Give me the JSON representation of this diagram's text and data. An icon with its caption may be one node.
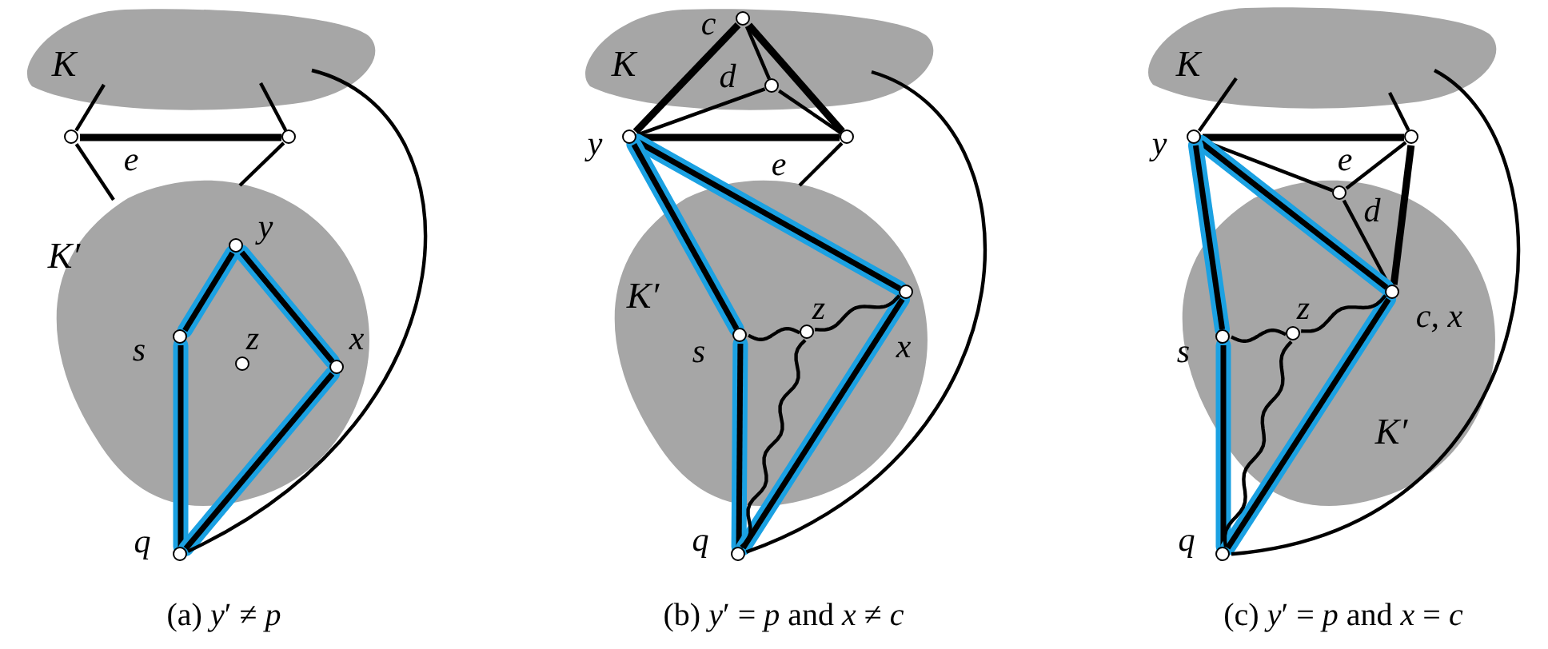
{
  "diagram": {
    "nodes": [
      {
        "text": [
          "K"
        ]
      },
      {
        "text": [],
        "shape": "circle"
      },
      {
        "text": [],
        "shape": "circle"
      },
      {
        "text": [
          "K′"
        ]
      },
      {
        "text": [],
        "shape": "circle",
        "in": 3,
        "beside": [
          "y"
        ]
      },
      {
        "text": [],
        "shape": "circle",
        "in": 3,
        "beside": [
          "s"
        ]
      },
      {
        "text": [],
        "shape": "circle",
        "in": 3,
        "beside": [
          "z"
        ]
      },
      {
        "text": [],
        "shape": "circle",
        "in": 3,
        "beside": [
          "x"
        ]
      },
      {
        "text": [],
        "shape": "circle",
        "beside": [
          "q"
        ]
      },
      {
        "text": [
          "K"
        ]
      },
      {
        "text": [],
        "shape": "circle",
        "in": 9,
        "beside": [
          "c"
        ]
      },
      {
        "text": [],
        "shape": "circle",
        "in": 9,
        "beside": [
          "d"
        ]
      },
      {
        "text": [],
        "shape": "circle",
        "beside": [
          "y"
        ]
      },
      {
        "text": [],
        "shape": "circle"
      },
      {
        "text": [
          "K′"
        ]
      },
      {
        "text": [],
        "shape": "circle",
        "in": 14,
        "beside": [
          "s"
        ]
      },
      {
        "text": [],
        "shape": "circle",
        "in": 14,
        "beside": [
          "z"
        ]
      },
      {
        "text": [],
        "shape": "circle",
        "in": 14,
        "beside": [
          "x"
        ]
      },
      {
        "text": [],
        "shape": "circle",
        "beside": [
          "q"
        ]
      },
      {
        "text": [
          "K"
        ]
      },
      {
        "text": [],
        "shape": "circle",
        "beside": [
          "y"
        ]
      },
      {
        "text": [],
        "shape": "circle"
      },
      {
        "text": [
          "K′"
        ]
      },
      {
        "text": [],
        "shape": "circle",
        "in": 22,
        "beside": [
          "d"
        ]
      },
      {
        "text": [],
        "shape": "circle",
        "in": 22,
        "beside": [
          "s"
        ]
      },
      {
        "text": [],
        "shape": "circle",
        "in": 22,
        "beside": [
          "z"
        ]
      },
      {
        "text": [],
        "shape": "circle",
        "in": 22,
        "beside": [
          "c, x"
        ]
      },
      {
        "text": [],
        "shape": "circle",
        "beside": [
          "q"
        ]
      }
    ],
    "edges": [
      {
        "from": 1,
        "to": 2,
        "arrow": "none",
        "style": "thick",
        "label": "e"
      },
      {
        "from": 1,
        "to": 0,
        "arrow": "none"
      },
      {
        "from": 2,
        "to": 0,
        "arrow": "none"
      },
      {
        "from": 1,
        "to": 3,
        "arrow": "none"
      },
      {
        "from": 2,
        "to": 3,
        "arrow": "none"
      },
      {
        "from": 4,
        "to": 5,
        "arrow": "none",
        "style": "thick",
        "color": "#1ba1e2"
      },
      {
        "from": 5,
        "to": 8,
        "arrow": "none",
        "style": "thick",
        "color": "#1ba1e2"
      },
      {
        "from": 8,
        "to": 7,
        "arrow": "none",
        "style": "thick",
        "color": "#1ba1e2"
      },
      {
        "from": 7,
        "to": 4,
        "arrow": "none",
        "style": "thick",
        "color": "#1ba1e2"
      },
      {
        "from": 0,
        "to": 8,
        "arrow": "none"
      },
      {
        "from": 10,
        "to": 12,
        "arrow": "none",
        "style": "thick"
      },
      {
        "from": 10,
        "to": 13,
        "arrow": "none",
        "style": "thick"
      },
      {
        "from": 10,
        "to": 11,
        "arrow": "none"
      },
      {
        "from": 11,
        "to": 13,
        "arrow": "none"
      },
      {
        "from": 12,
        "to": 11,
        "arrow": "none"
      },
      {
        "from": 12,
        "to": 13,
        "arrow": "none",
        "style": "thick",
        "label": "e"
      },
      {
        "from": 13,
        "to": 14,
        "arrow": "none"
      },
      {
        "from": 12,
        "to": 17,
        "arrow": "none",
        "style": "thick",
        "color": "#1ba1e2"
      },
      {
        "from": 12,
        "to": 15,
        "arrow": "none",
        "style": "thick",
        "color": "#1ba1e2"
      },
      {
        "from": 15,
        "to": 18,
        "arrow": "none",
        "style": "thick",
        "color": "#1ba1e2"
      },
      {
        "from": 18,
        "to": 17,
        "arrow": "none",
        "style": "thick",
        "color": "#1ba1e2"
      },
      {
        "from": 15,
        "to": 16,
        "arrow": "none"
      },
      {
        "from": 16,
        "to": 17,
        "arrow": "none"
      },
      {
        "from": 16,
        "to": 18,
        "arrow": "none"
      },
      {
        "from": 9,
        "to": 18,
        "arrow": "none"
      },
      {
        "from": 20,
        "to": 19,
        "arrow": "none"
      },
      {
        "from": 21,
        "to": 19,
        "arrow": "none"
      },
      {
        "from": 20,
        "to": 21,
        "arrow": "none",
        "style": "thick",
        "label": "e"
      },
      {
        "from": 20,
        "to": 23,
        "arrow": "none"
      },
      {
        "from": 21,
        "to": 23,
        "arrow": "none"
      },
      {
        "from": 23,
        "to": 26,
        "arrow": "none"
      },
      {
        "from": 21,
        "to": 26,
        "arrow": "none",
        "style": "thick"
      },
      {
        "from": 20,
        "to": 26,
        "arrow": "none",
        "style": "thick",
        "color": "#1ba1e2"
      },
      {
        "from": 20,
        "to": 24,
        "arrow": "none",
        "style": "thick",
        "color": "#1ba1e2"
      },
      {
        "from": 24,
        "to": 27,
        "arrow": "none",
        "style": "thick",
        "color": "#1ba1e2"
      },
      {
        "from": 27,
        "to": 26,
        "arrow": "none",
        "style": "thick",
        "color": "#1ba1e2"
      },
      {
        "from": 24,
        "to": 25,
        "arrow": "none"
      },
      {
        "from": 25,
        "to": 26,
        "arrow": "none"
      },
      {
        "from": 25,
        "to": 27,
        "arrow": "none"
      },
      {
        "from": 19,
        "to": 27,
        "arrow": "none"
      }
    ],
    "labels": [
      "(a) *y*′ ≠ *p*",
      "(b) *y*′ = *p* and *x* ≠ *c*",
      "(c) *y*′ = *p* and *x* = *c*"
    ]
  }
}
